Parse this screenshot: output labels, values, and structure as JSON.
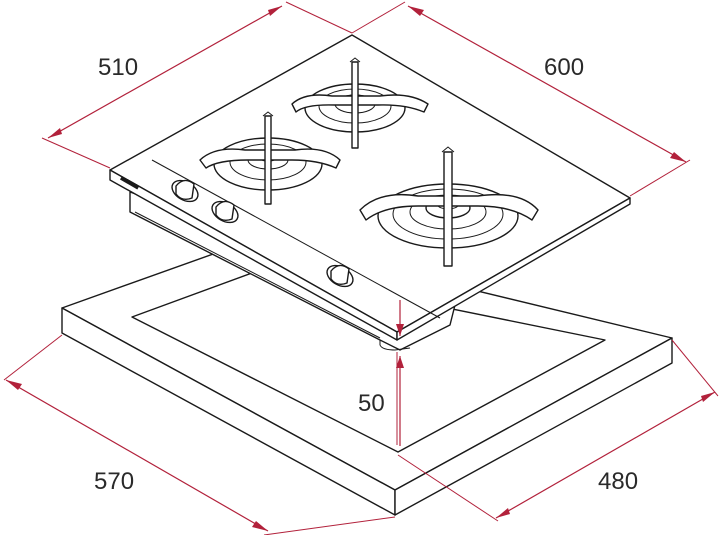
{
  "dimensions": {
    "top_left_width": "510",
    "top_right_depth": "600",
    "height": "50",
    "cutout_left": "570",
    "cutout_right": "480"
  },
  "colors": {
    "dimension_line": "#b2213b",
    "outline": "#1a1a1a",
    "background": "#ffffff"
  }
}
